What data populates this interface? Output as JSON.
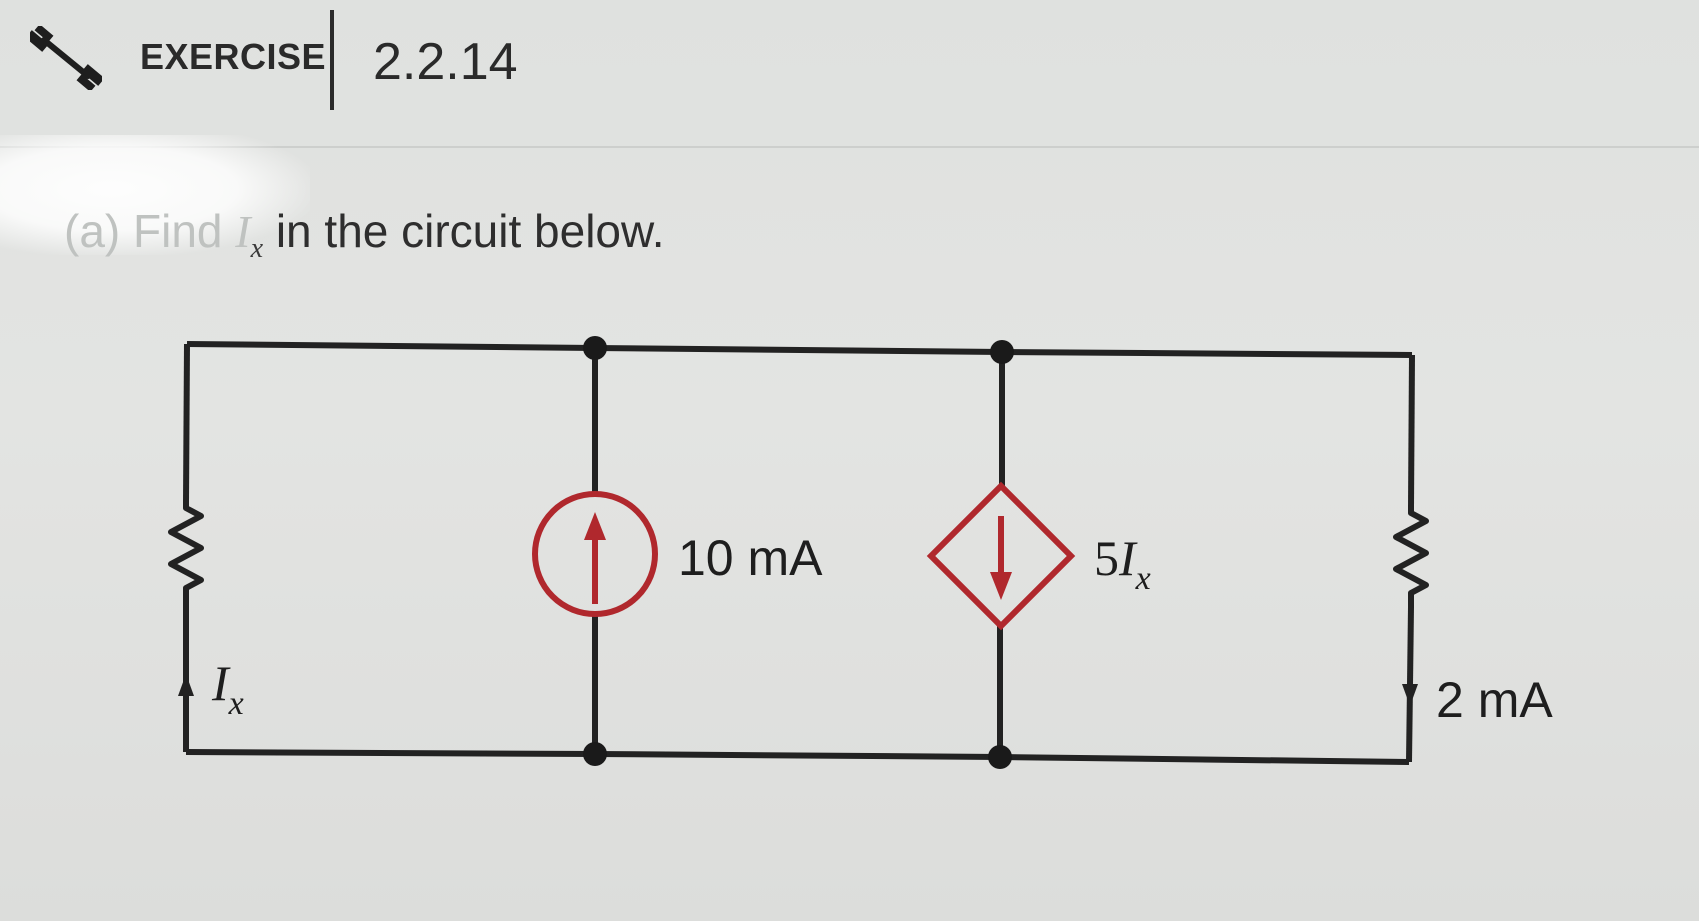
{
  "header": {
    "label": "EXERCISE",
    "number": "2.2.14",
    "icon": "dumbbell-icon"
  },
  "question": {
    "part": "(a)",
    "find": "Find",
    "variable": "I",
    "variable_sub": "x",
    "rest": "in the circuit below."
  },
  "circuit": {
    "source_label": "10 mA",
    "dependent_coef": "5",
    "dependent_var": "I",
    "dependent_sub": "x",
    "left_current_var": "I",
    "left_current_sub": "x",
    "right_current_label": "2 mA",
    "wire_color": "#222222",
    "source_color": "#b0282d"
  }
}
